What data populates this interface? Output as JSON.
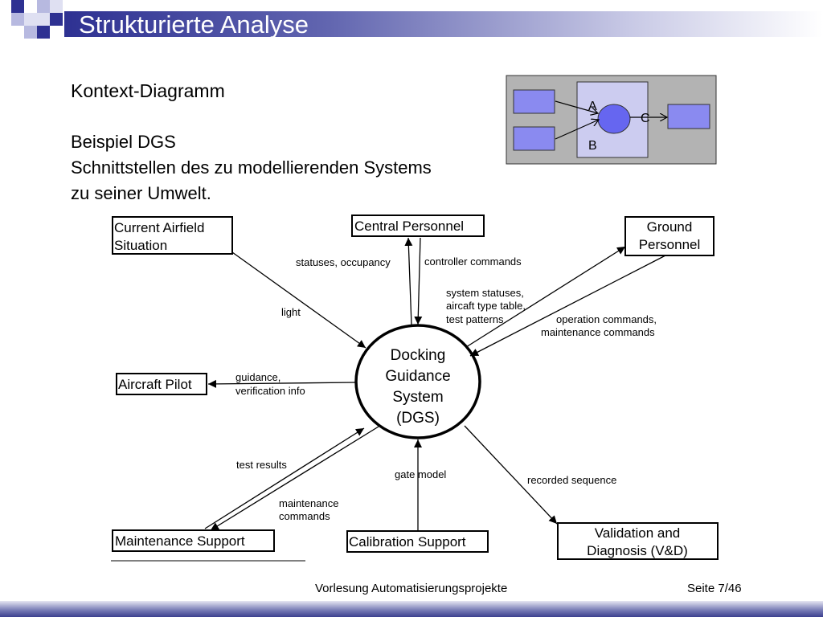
{
  "slide": {
    "title": "Strukturierte Analyse",
    "subtitle": "Kontext-Diagramm",
    "lines": [
      "Beispiel DGS",
      "Schnittstellen des zu modellierenden Systems",
      "zu seiner Umwelt."
    ]
  },
  "mini_diagram": {
    "label_a": "A",
    "label_b": "B",
    "label_c": "C"
  },
  "diagram": {
    "center": [
      "Docking",
      "Guidance",
      "System",
      "(DGS)"
    ],
    "entities": {
      "airfield": [
        "Current Airfield",
        "Situation"
      ],
      "central": [
        "Central Personnel"
      ],
      "ground": [
        "Ground",
        "Personnel"
      ],
      "pilot": [
        "Aircraft Pilot"
      ],
      "maintenance": [
        "Maintenance Support"
      ],
      "calibration": [
        "Calibration Support"
      ],
      "validation": [
        "Validation and",
        "Diagnosis (V&D)"
      ]
    },
    "flows": {
      "statuses": "statuses, occupancy",
      "controller": "controller commands",
      "system_statuses": [
        "system statuses,",
        "aircaft type table,",
        "test patterns"
      ],
      "operation": [
        "operation commands,",
        "maintenance commands"
      ],
      "light": "light",
      "guidance": [
        "guidance,",
        "verification info"
      ],
      "test_results": "test results",
      "maint_commands": [
        "maintenance",
        "commands"
      ],
      "gate_model": "gate model",
      "recorded": "recorded sequence"
    }
  },
  "footer": {
    "course": "Vorlesung Automatisierungsprojekte",
    "page": "Seite 7/46"
  }
}
